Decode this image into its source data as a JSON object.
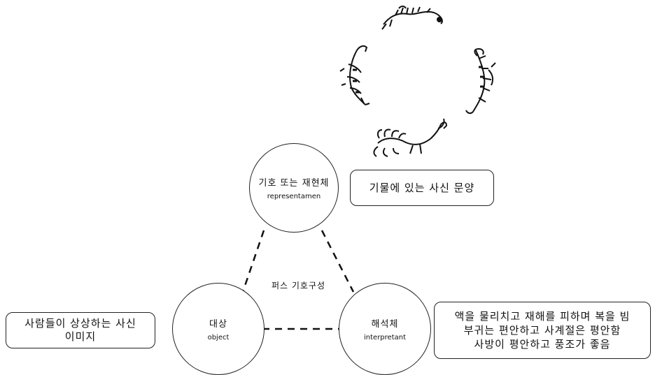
{
  "diagram": {
    "nodes": {
      "sign": {
        "ko": "기호 또는 재현체",
        "en": "representamen"
      },
      "object": {
        "ko": "대상",
        "en": "object"
      },
      "interpretant": {
        "ko": "해석체",
        "en": "interpretant"
      }
    },
    "center_label": "퍼스 기호구성",
    "boxes": {
      "sign_example": {
        "text": "기물에 있는 사신 문양"
      },
      "object_example": {
        "lines": [
          "사람들이 상상하는 사신",
          "이미지"
        ]
      },
      "interpretant_example": {
        "lines": [
          "액을 물리치고 재해를 피하며 복을 빔",
          "부귀는 편안하고 사계절은 평안함",
          "사방이 평안하고 풍조가 좋음"
        ]
      }
    },
    "illustration": {
      "description_icons": [
        "blue-dragon-icon",
        "white-tiger-icon",
        "black-tortoise-icon",
        "vermilion-bird-icon"
      ]
    }
  }
}
